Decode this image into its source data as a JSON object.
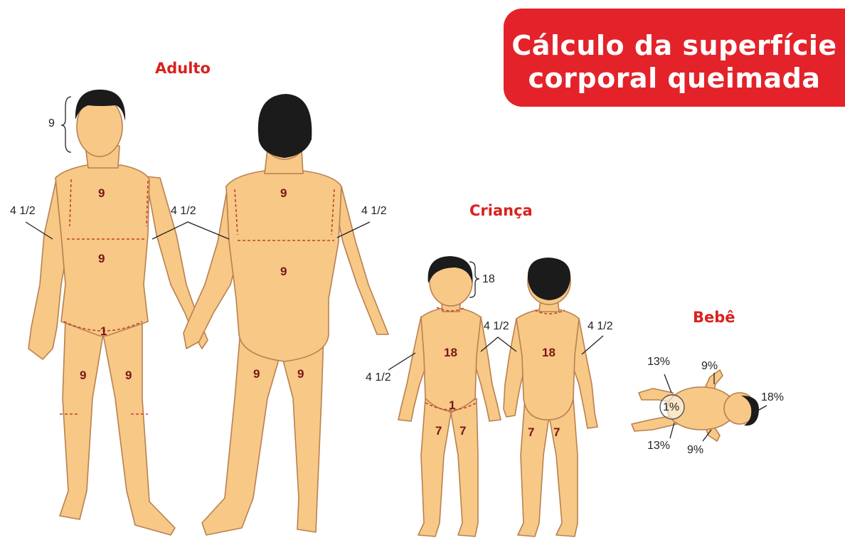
{
  "title": {
    "line1": "Cálculo da superfície",
    "line2": "corporal queimada"
  },
  "colors": {
    "accent": "#e3222a",
    "heading": "#d9211e",
    "skin": "#f7c886",
    "skin_outline": "#b98050",
    "hair": "#1b1b1b",
    "region_text": "#7a1616",
    "dashed_line": "#c4402f"
  },
  "adult": {
    "heading": "Adulto",
    "head": "9",
    "arm_left": "4 1/2",
    "arm_center": "4 1/2",
    "arm_right": "4 1/2",
    "front": {
      "chest": "9",
      "abdomen": "9",
      "groin": "1",
      "leg_left": "9",
      "leg_right": "9"
    },
    "back": {
      "upper": "9",
      "lower": "9",
      "leg_left": "9",
      "leg_right": "9"
    }
  },
  "child": {
    "heading": "Criança",
    "head": "18",
    "arm_center": "4 1/2",
    "arm_left": "4 1/2",
    "arm_right": "4 1/2",
    "front": {
      "trunk": "18",
      "groin": "1",
      "leg_left": "7",
      "leg_right": "7"
    },
    "back": {
      "trunk": "18",
      "leg_left": "7",
      "leg_right": "7"
    }
  },
  "baby": {
    "heading": "Bebê",
    "legs_top": "13%",
    "arm_top": "9%",
    "head": "18%",
    "groin": "1%",
    "legs_bottom": "13%",
    "arm_bottom": "9%"
  }
}
